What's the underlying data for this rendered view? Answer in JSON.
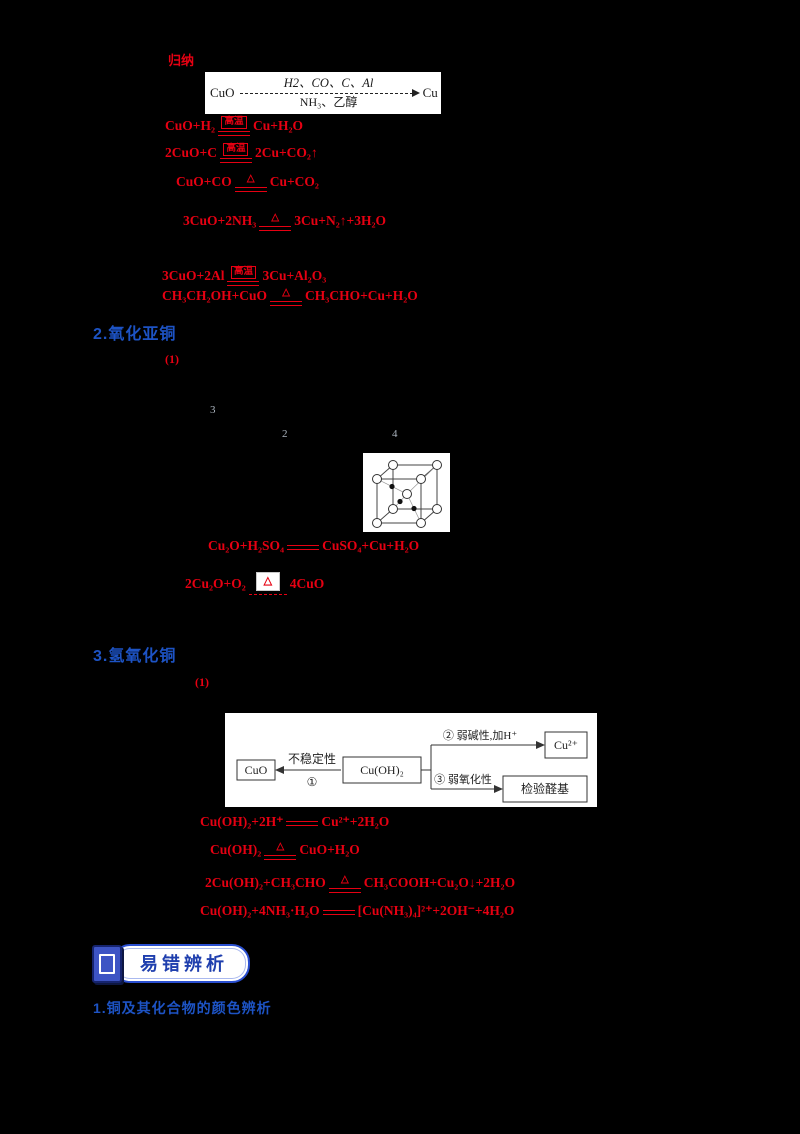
{
  "labels": {
    "summary_tag": "归纳",
    "section2_title": "2.氧化亚铜",
    "section2_marker": "(1)",
    "section3_title": "3.氢氧化铜",
    "section3_marker": "(1)",
    "error_section_badge": "易错辨析",
    "error_point_1": "1.铜及其化合物的颜色辨析"
  },
  "colors": {
    "equation_red": "#e60012",
    "heading_blue": "#1d53c4",
    "badge_blue": "#2a4fd0",
    "background": "#000000"
  },
  "reduction_diagram": {
    "reactant": "CuO",
    "product": "Cu",
    "above_arrow": "H2、CO、C、Al",
    "below_arrow": "NH₃、乙醇"
  },
  "faint_digits": {
    "d1": "3",
    "d2": "2",
    "d3": "4"
  },
  "equations": {
    "cuo": [
      {
        "lhs": "CuO+H₂",
        "cond": "高温",
        "rhs": "Cu+H₂O"
      },
      {
        "lhs": "2CuO+C",
        "cond": "高温",
        "rhs": "2Cu+CO₂↑"
      },
      {
        "lhs": "CuO+CO",
        "cond": "△",
        "rhs": "Cu+CO₂"
      },
      {
        "lhs": "3CuO+2NH₃",
        "cond": "△",
        "rhs": "3Cu+N₂↑+3H₂O"
      },
      {
        "lhs": "3CuO+2Al",
        "cond": "高温",
        "rhs": "3Cu+Al₂O₃"
      },
      {
        "lhs": "CH₃CH₂OH+CuO",
        "cond": "△",
        "rhs": "CH₃CHO+Cu+H₂O"
      }
    ],
    "cu2o": [
      {
        "lhs": "Cu₂O+H₂SO₄",
        "cond": "",
        "rhs": "CuSO₄+Cu+H₂O"
      },
      {
        "lhs": "2Cu₂O+O₂",
        "cond": "△",
        "rhs": "4CuO"
      }
    ],
    "cuoh2": [
      {
        "lhs": "Cu(OH)₂+2H⁺",
        "cond": "",
        "rhs": "Cu²⁺+2H₂O"
      },
      {
        "lhs": "Cu(OH)₂",
        "cond": "△",
        "rhs": "CuO+H₂O"
      },
      {
        "lhs": "2Cu(OH)₂+CH₃CHO",
        "cond": "△",
        "rhs": "CH₃COOH+Cu₂O↓+2H₂O"
      },
      {
        "lhs": "Cu(OH)₂+4NH₃·H₂O",
        "cond": "",
        "rhs": "[Cu(NH₃)₄]²⁺+2OH⁻+4H₂O"
      }
    ]
  },
  "flowchart": {
    "left_box": "CuO",
    "center_box": "Cu(OH)₂",
    "top_right_box": "Cu²⁺",
    "bottom_right_box": "检验醛基",
    "left_arrow_label": "不稳定性",
    "left_arrow_number": "①",
    "top_arrow_label": "② 弱碱性,加H⁺",
    "bottom_arrow_label": "③ 弱氧化性"
  }
}
